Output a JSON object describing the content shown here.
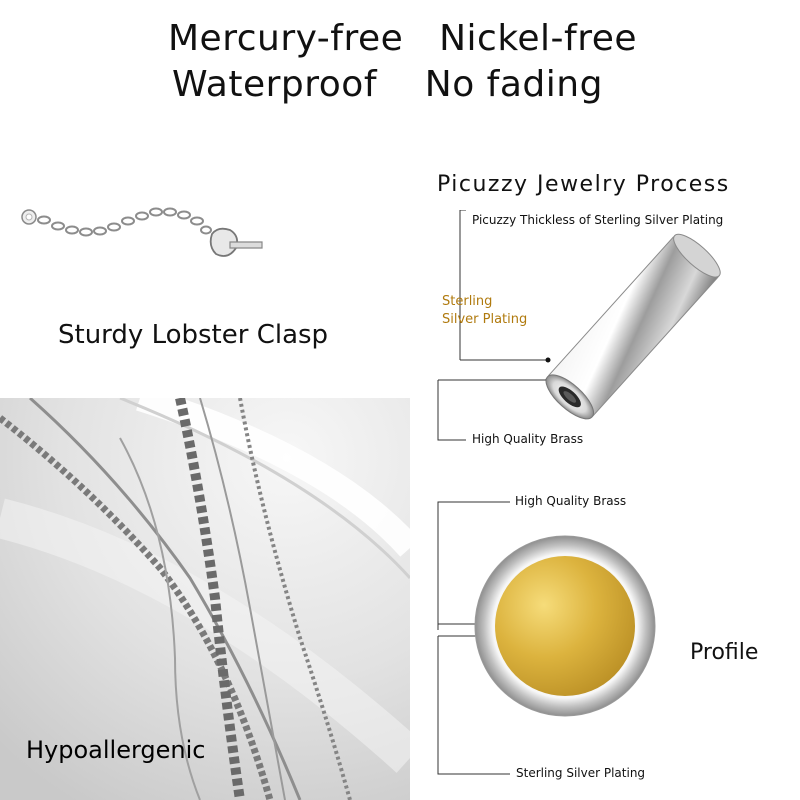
{
  "header": {
    "line1": "Mercury-free   Nickel-free",
    "line2": "Waterproof    No fading"
  },
  "clasp": {
    "caption": "Sturdy Lobster Clasp"
  },
  "chains": {
    "caption": "Hypoallergenic"
  },
  "process": {
    "title": "Picuzzy Jewelry Process",
    "cylinder_top_label": "Picuzzy Thickless of Sterling Silver Plating",
    "cylinder_gold_label_line1": "Sterling",
    "cylinder_gold_label_line2": "Silver Plating",
    "cylinder_bottom_label": "High Quality Brass",
    "disc_top_label": "High Quality Brass",
    "disc_side_label": "Profile",
    "disc_bottom_label": "Sterling Silver Plating"
  },
  "colors": {
    "gold": "#d9b23a",
    "gold_label": "#b07a0e",
    "silver": "#c8c8c8",
    "text": "#111111"
  }
}
